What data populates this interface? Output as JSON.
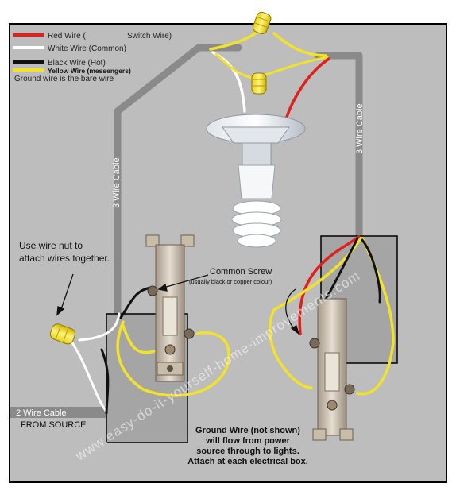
{
  "legend": {
    "red": "Red Wire (",
    "red_tail": "Switch Wire)",
    "white": "White Wire (Common)",
    "black": "Black Wire (Hot)",
    "yellow": "Yellow Wire (messengers)",
    "ground": "Ground wire is the bare wire",
    "colors": {
      "red": "#e0201c",
      "white": "#ffffff",
      "black": "#111111",
      "yellow": "#f2e22a"
    }
  },
  "labels": {
    "cable_left": "3 Wire Cable",
    "cable_right": "3 Wire Cable",
    "wire_nut_note_1": "Use wire nut to",
    "wire_nut_note_2": "attach wires together.",
    "common_screw": "Common Screw",
    "common_screw_sub": "(usually black or copper colour)",
    "source_cable": "2 Wire Cable",
    "source_from": "FROM SOURCE",
    "ground_note_1": "Ground Wire (not shown)",
    "ground_note_2": "will flow from power",
    "ground_note_3": "source through to lights.",
    "ground_note_4": "Attach at each electrical box.",
    "watermark": "www.easy-do-it-yourself-home-improvements.com"
  },
  "theme": {
    "panel": "#bdbdbd",
    "border": "#000000",
    "cable": "#8a8a8a"
  }
}
